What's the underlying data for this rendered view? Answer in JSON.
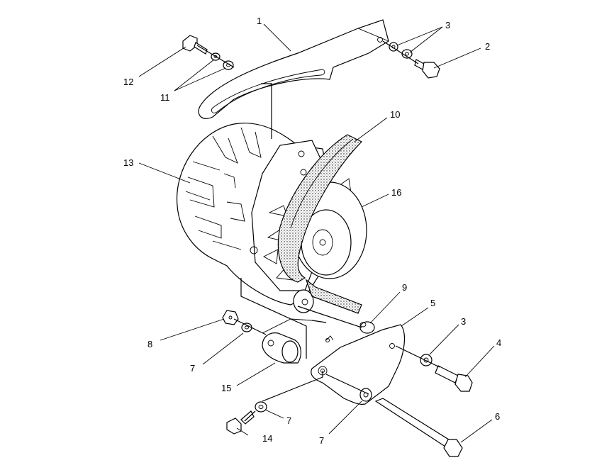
{
  "callouts": {
    "c1": "1",
    "c2": "2",
    "c3a": "3",
    "c3b": "3",
    "c4": "4",
    "c5": "5",
    "c6": "6",
    "c7a": "7",
    "c7b": "7",
    "c7c": "7",
    "c8": "8",
    "c9": "9",
    "c10": "10",
    "c11": "11",
    "c12": "12",
    "c13": "13",
    "c14": "14",
    "c15": "15",
    "c16": "16"
  }
}
